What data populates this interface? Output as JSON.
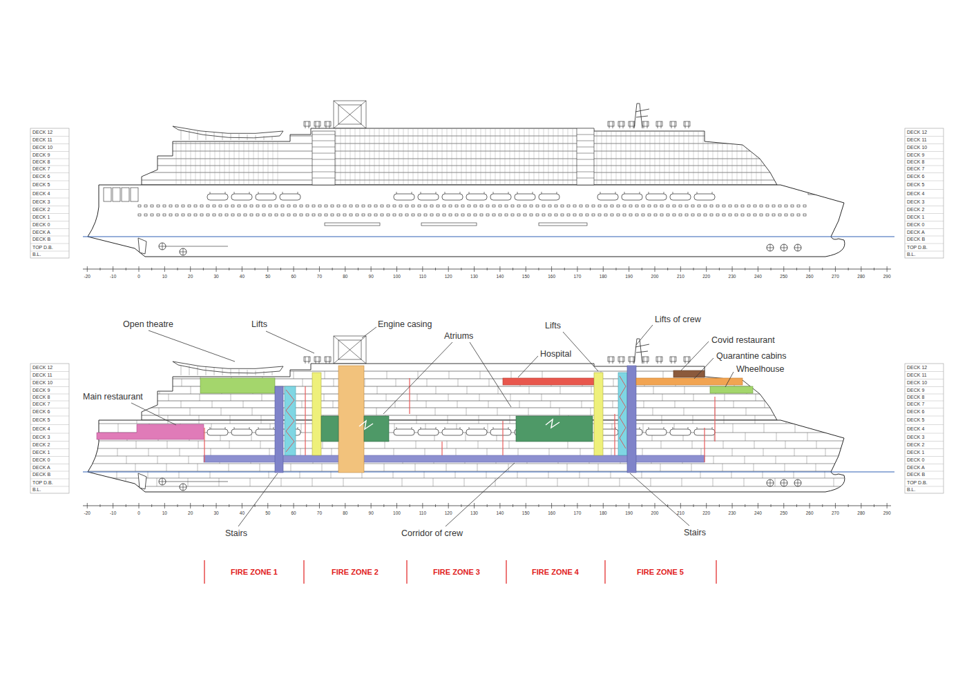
{
  "diagram": {
    "labels": [
      "DECK 12",
      "DECK 11",
      "DECK 10",
      "DECK 9",
      "DECK 8",
      "DECK 7",
      "DECK 6",
      "DECK 5",
      "DECK 4",
      "DECK 3",
      "DECK 2",
      "DECK 1",
      "DECK 0",
      "DECK A",
      "DECK B",
      "TOP D.B.",
      "B.L.",
      "DECK 12",
      "DECK 11",
      "DECK 10",
      "DECK 9",
      "DECK 8",
      "DECK 7",
      "DECK 6",
      "DECK 5",
      "DECK 4",
      "DECK 3",
      "DECK 2",
      "DECK 1",
      "DECK 0",
      "DECK A",
      "DECK B",
      "TOP D.B.",
      "B.L.",
      "-20",
      "-10",
      "0",
      "10",
      "20",
      "30",
      "40",
      "50",
      "60",
      "70",
      "80",
      "90",
      "100",
      "110",
      "120",
      "130",
      "140",
      "150",
      "160",
      "170",
      "180",
      "190",
      "200",
      "210",
      "220",
      "230",
      "240",
      "250",
      "260",
      "270",
      "280",
      "290",
      "DECK 12",
      "DECK 11",
      "DECK 10",
      "DECK 9",
      "DECK 8",
      "DECK 7",
      "DECK 6",
      "DECK 5",
      "DECK 4",
      "DECK 3",
      "DECK 2",
      "DECK 1",
      "DECK 0",
      "DECK A",
      "DECK B",
      "TOP D.B.",
      "B.L.",
      "DECK 12",
      "DECK 11",
      "DECK 10",
      "DECK 9",
      "DECK 8",
      "DECK 7",
      "DECK 6",
      "DECK 5",
      "DECK 4",
      "DECK 3",
      "DECK 2",
      "DECK 1",
      "DECK 0",
      "DECK A",
      "DECK B",
      "TOP D.B.",
      "B.L.",
      "Open theatre",
      "Lifts",
      "Engine casing",
      "Atriums",
      "Lifts",
      "Hospital",
      "Lifts of crew",
      "Covid restaurant",
      "Quarantine cabins",
      "Wheelhouse",
      "Main restaurant",
      "Stairs",
      "Corridor of crew",
      "Stairs",
      "-20",
      "-10",
      "0",
      "10",
      "20",
      "30",
      "40",
      "50",
      "60",
      "70",
      "80",
      "90",
      "100",
      "110",
      "120",
      "130",
      "140",
      "150",
      "160",
      "170",
      "180",
      "190",
      "200",
      "210",
      "220",
      "230",
      "240",
      "250",
      "260",
      "270",
      "280",
      "290",
      "FIRE ZONE 1",
      "FIRE ZONE 2",
      "FIRE ZONE 3",
      "FIRE ZONE 4",
      "FIRE ZONE 5"
    ]
  }
}
